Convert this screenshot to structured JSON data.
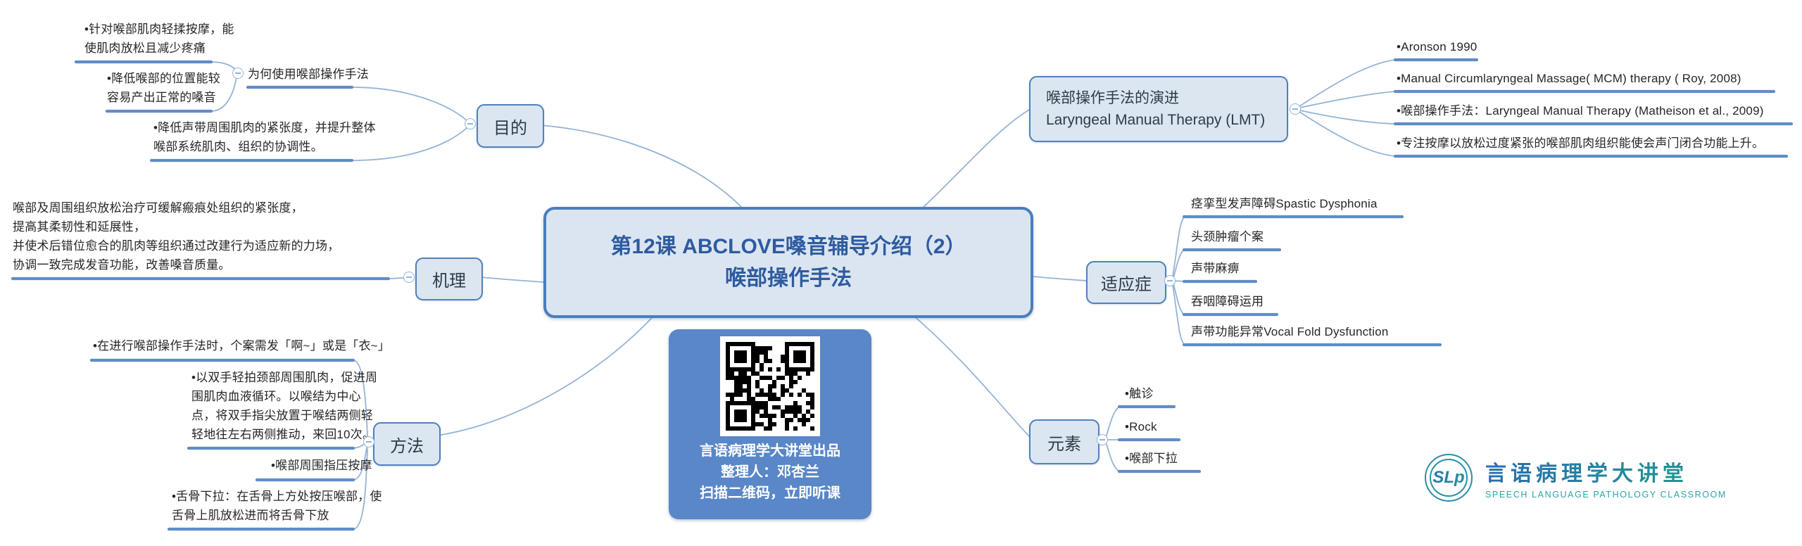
{
  "central": {
    "title": "第12课 ABCLOVE嗓音辅导介绍（2）\n喉部操作手法"
  },
  "purpose": {
    "label": "目的",
    "why": {
      "label": "为何使用喉部操作手法",
      "items": [
        "•针对喉部肌肉轻揉按摩，能\n使肌肉放松且减少疼痛",
        "•降低喉部的位置能较\n容易产出正常的嗓音"
      ]
    },
    "item": "•降低声带周围肌肉的紧张度，并提升整体\n喉部系统肌肉、组织的协调性。"
  },
  "mechanism": {
    "label": "机理",
    "item": "喉部及周围组织放松治疗可缓解瘢痕处组织的紧张度，\n提高其柔韧性和延展性，\n并使术后错位愈合的肌肉等组织通过改建行为适应新的力场，\n协调一致完成发音功能，改善嗓音质量。"
  },
  "method": {
    "label": "方法",
    "items": [
      "•在进行喉部操作手法时，个案需发「啊~」或是「衣~」",
      "•以双手轻拍颈部周围肌肉，促进周\n围肌肉血液循环。以喉结为中心\n点，将双手指尖放置于喉结两侧轻\n轻地往左右两侧推动，来回10次。",
      "•喉部周围指压按摩",
      "•舌骨下拉：在舌骨上方处按压喉部，使\n舌骨上肌放松进而将舌骨下放"
    ]
  },
  "evolution": {
    "label": "喉部操作手法的演进\nLaryngeal Manual Therapy (LMT)",
    "items": [
      "•Aronson 1990",
      "•Manual Circumlaryngeal Massage( MCM) therapy ( Roy, 2008)",
      "•喉部操作手法：Laryngeal Manual Therapy (Matheison et al., 2009)",
      "•专注按摩以放松过度紧张的喉部肌肉组织能使会声门闭合功能上升。"
    ]
  },
  "indications": {
    "label": "适应症",
    "items": [
      "痉挛型发声障碍Spastic Dysphonia",
      "头颈肿瘤个案",
      "声带麻痹",
      "吞咽障碍运用",
      "声带功能异常Vocal Fold Dysfunction"
    ]
  },
  "elements": {
    "label": "元素",
    "items": [
      "•触诊",
      "•Rock",
      "•喉部下拉"
    ]
  },
  "qr_panel": {
    "text": "言语病理学大讲堂出品\n整理人：邓杏兰\n扫描二维码，立即听课"
  },
  "logo": {
    "monogram": "SLp",
    "title": "言语病理学大讲堂",
    "subtitle": "SPEECH LANGUAGE PATHOLOGY CLASSROOM"
  },
  "colors": {
    "node_border": "#4f81bd",
    "node_fill": "#dce6f1",
    "connector_line": "#95b3d7",
    "underline": "#5f8dc6",
    "central_text": "#2e5b9f",
    "leaf_text": "#262626",
    "qr_panel_bg": "#5987c7",
    "logo_blue": "#2b6cb0",
    "logo_teal": "#1f9e8e"
  }
}
